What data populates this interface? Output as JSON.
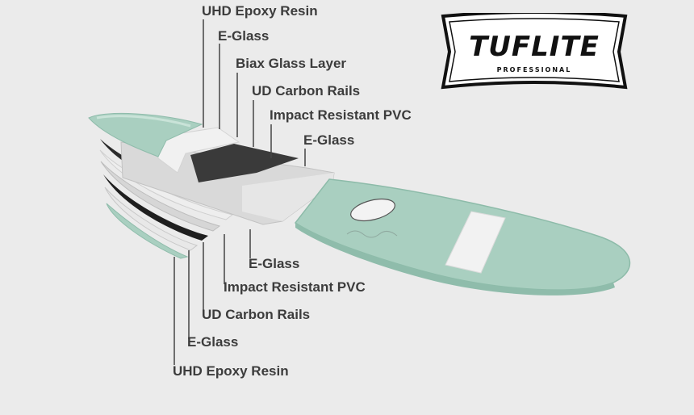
{
  "brand": {
    "logo_text": "TUFLITE",
    "logo_subtext": "PROFESSIONAL"
  },
  "colors": {
    "board": "#a9cfc0",
    "board_light": "#c9e3d8",
    "carbon": "#3a3a3a",
    "foam": "#dcdcdc",
    "label": "#3c3c3c",
    "leader": "#444444"
  },
  "labels_top": [
    {
      "text": "UHD Epoxy Resin"
    },
    {
      "text": "E-Glass"
    },
    {
      "text": "Biax Glass Layer"
    },
    {
      "text": "UD Carbon Rails"
    },
    {
      "text": "Impact Resistant PVC"
    },
    {
      "text": "E-Glass"
    }
  ],
  "labels_bottom": [
    {
      "text": "E-Glass"
    },
    {
      "text": "Impact Resistant PVC"
    },
    {
      "text": "UD Carbon Rails"
    },
    {
      "text": "E-Glass"
    },
    {
      "text": "UHD Epoxy Resin"
    }
  ]
}
